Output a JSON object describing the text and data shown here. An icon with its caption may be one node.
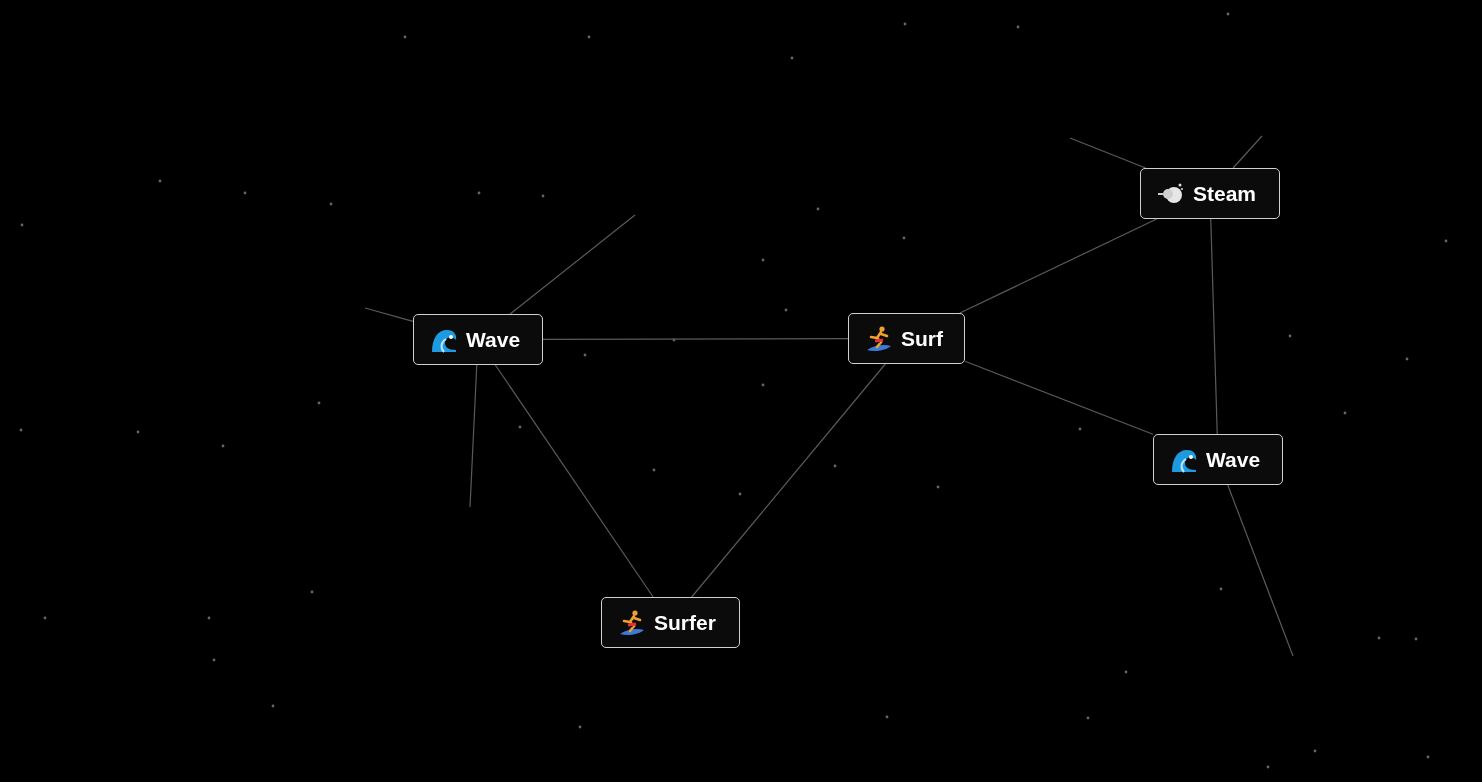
{
  "diagram": {
    "nodes": [
      {
        "text": [
          "Steam"
        ]
      },
      {
        "text": [
          "Wave"
        ]
      },
      {
        "text": [
          "Surf"
        ]
      },
      {
        "text": [
          "Wave"
        ]
      },
      {
        "text": [
          "Surfer"
        ]
      }
    ],
    "edges": [
      {
        "from": 1,
        "to": 2,
        "arrow": "none"
      },
      {
        "from": 1,
        "to": 4,
        "arrow": "none"
      },
      {
        "from": 2,
        "to": 4,
        "arrow": "none"
      },
      {
        "from": 2,
        "to": 0,
        "arrow": "none"
      },
      {
        "from": 2,
        "to": 3,
        "arrow": "none"
      },
      {
        "from": 0,
        "to": 3,
        "arrow": "none"
      },
      {
        "from": 1,
        "to": null,
        "arrow": "none"
      },
      {
        "from": 1,
        "to": null,
        "arrow": "none"
      },
      {
        "from": 1,
        "to": null,
        "arrow": "none"
      },
      {
        "from": 0,
        "to": null,
        "arrow": "none"
      },
      {
        "from": 0,
        "to": null,
        "arrow": "none"
      },
      {
        "from": 3,
        "to": null,
        "arrow": "none"
      }
    ]
  }
}
